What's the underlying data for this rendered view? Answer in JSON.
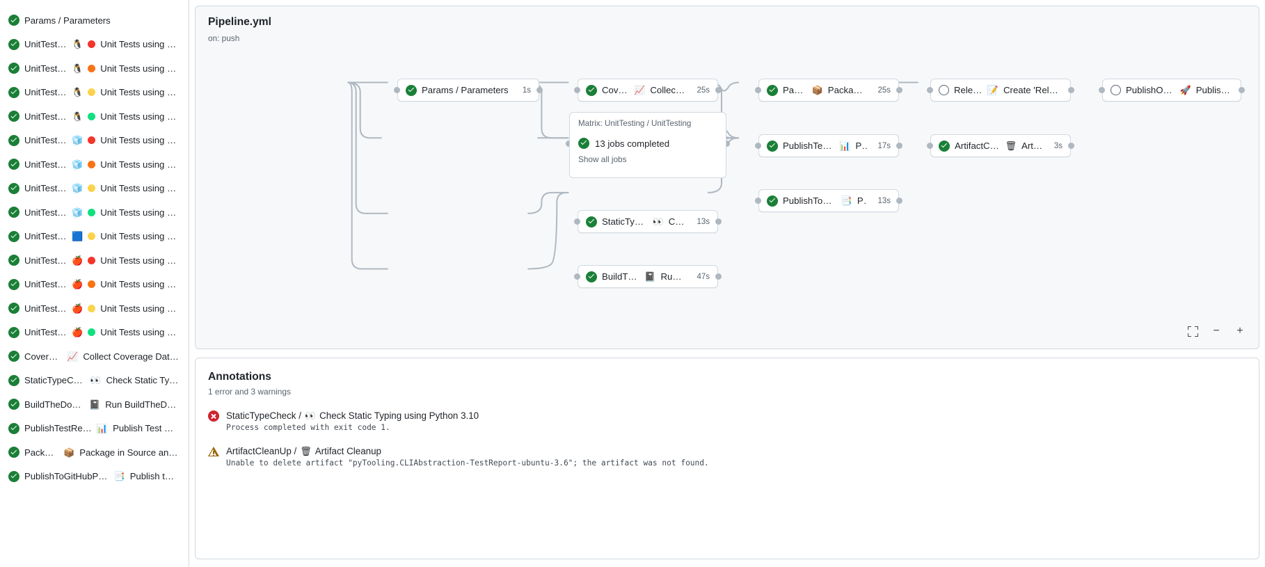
{
  "sidebar": {
    "items": [
      {
        "status": "success",
        "label": "Params / Parameters",
        "emoji": "",
        "dot": ""
      },
      {
        "status": "success",
        "label": "UnitTesting / ",
        "emoji": "🐧",
        "dot": "#f4352b",
        "label2": "Unit Tests using Pyth..."
      },
      {
        "status": "success",
        "label": "UnitTesting / ",
        "emoji": "🐧",
        "dot": "#f97316",
        "label2": "Unit Tests using Pyth..."
      },
      {
        "status": "success",
        "label": "UnitTesting / ",
        "emoji": "🐧",
        "dot": "#fcd34d",
        "label2": "Unit Tests using Pyth..."
      },
      {
        "status": "success",
        "label": "UnitTesting / ",
        "emoji": "🐧",
        "dot": "#10e07f",
        "label2": "Unit Tests using Pyth..."
      },
      {
        "status": "success",
        "label": "UnitTesting / ",
        "emoji": "🧊",
        "dot": "#f4352b",
        "label2": "Unit Tests using Pyth..."
      },
      {
        "status": "success",
        "label": "UnitTesting / ",
        "emoji": "🧊",
        "dot": "#f97316",
        "label2": "Unit Tests using Pyth..."
      },
      {
        "status": "success",
        "label": "UnitTesting / ",
        "emoji": "🧊",
        "dot": "#fcd34d",
        "label2": "Unit Tests using Pyth..."
      },
      {
        "status": "success",
        "label": "UnitTesting / ",
        "emoji": "🧊",
        "dot": "#10e07f",
        "label2": "Unit Tests using Pyth..."
      },
      {
        "status": "success",
        "label": "UnitTesting / ",
        "emoji": "🟦",
        "dot": "#fcd34d",
        "label2": "Unit Tests using Pyth..."
      },
      {
        "status": "success",
        "label": "UnitTesting / ",
        "emoji": "🍎",
        "dot": "#f4352b",
        "label2": "Unit Tests using Pyth..."
      },
      {
        "status": "success",
        "label": "UnitTesting / ",
        "emoji": "🍎",
        "dot": "#f97316",
        "label2": "Unit Tests using Pyth..."
      },
      {
        "status": "success",
        "label": "UnitTesting / ",
        "emoji": "🍎",
        "dot": "#fcd34d",
        "label2": "Unit Tests using Pyth..."
      },
      {
        "status": "success",
        "label": "UnitTesting / ",
        "emoji": "🍎",
        "dot": "#10e07f",
        "label2": "Unit Tests using Pyth..."
      },
      {
        "status": "success",
        "label": "Coverage / ",
        "emoji": "📈",
        "dot": "",
        "label2": "Collect Coverage Data usi..."
      },
      {
        "status": "success",
        "label": "StaticTypeCheck / ",
        "emoji": "👀",
        "dot": "",
        "label2": "Check Static Typing..."
      },
      {
        "status": "success",
        "label": "BuildTheDocs / ",
        "emoji": "📓",
        "dot": "",
        "label2": "Run BuildTheDocs"
      },
      {
        "status": "success",
        "label": "PublishTestResults / ",
        "emoji": "📊",
        "dot": "",
        "label2": "Publish Test Resu..."
      },
      {
        "status": "success",
        "label": "Package / ",
        "emoji": "📦",
        "dot": "",
        "label2": "Package in Source and Wh..."
      },
      {
        "status": "success",
        "label": "PublishToGitHubPages / ",
        "emoji": "📑",
        "dot": "",
        "label2": "Publish to G..."
      }
    ]
  },
  "graph": {
    "title": "Pipeline.yml",
    "subtitle": "on: push",
    "matrix": {
      "header": "Matrix: UnitTesting / UnitTesting",
      "jobs_label": "13 jobs completed",
      "show_all": "Show all jobs"
    },
    "nodes": [
      {
        "id": "params",
        "status": "success",
        "label": "Params / Parameters",
        "emoji": "",
        "duration": "1s"
      },
      {
        "id": "coverage",
        "status": "success",
        "label": "Coverage / ",
        "emoji": "📈",
        "label2": "Collect Cove...",
        "duration": "25s"
      },
      {
        "id": "stc",
        "status": "success",
        "label": "StaticTypeCheck / ",
        "emoji": "👀",
        "label2": "Chec...",
        "duration": "13s"
      },
      {
        "id": "docs",
        "status": "success",
        "label": "BuildTheDocs / ",
        "emoji": "📓",
        "label2": "Run Buil...",
        "duration": "47s"
      },
      {
        "id": "package",
        "status": "success",
        "label": "Package / ",
        "emoji": "📦",
        "label2": "Package in So...",
        "duration": "25s"
      },
      {
        "id": "ptr",
        "status": "success",
        "label": "PublishTestResults / ",
        "emoji": "📊",
        "label2": "Pu...",
        "duration": "17s"
      },
      {
        "id": "pghp",
        "status": "success",
        "label": "PublishToGitHubPages / ",
        "emoji": "📑",
        "label2": "Pu...",
        "duration": "13s"
      },
      {
        "id": "release",
        "status": "skipped",
        "label": "Release / ",
        "emoji": "📝",
        "label2": "Create 'Release P...",
        "duration": ""
      },
      {
        "id": "cleanup",
        "status": "success",
        "label": "ArtifactCleanUp / ",
        "emoji": "🗑",
        "label2": "Artifac...",
        "duration": "3s"
      },
      {
        "id": "pypi",
        "status": "skipped",
        "label": "PublishOnPyPI / ",
        "emoji": "🚀",
        "label2": "Publish to ...",
        "duration": ""
      }
    ],
    "zoom": {
      "fullscreen": "fullscreen-icon",
      "zoom_out": "−",
      "zoom_in": "+"
    }
  },
  "annotations": {
    "title": "Annotations",
    "summary": "1 error and 3 warnings",
    "items": [
      {
        "severity": "error",
        "job": "StaticTypeCheck / ",
        "emoji": "👀",
        "step": "Check Static Typing using Python 3.10",
        "message": "Process completed with exit code 1."
      },
      {
        "severity": "warning",
        "job": "ArtifactCleanUp / ",
        "emoji": "🗑",
        "step": "Artifact Cleanup",
        "message": "Unable to delete artifact \"pyTooling.CLIAbstraction-TestReport-ubuntu-3.6\"; the artifact was not found."
      }
    ]
  },
  "colors": {
    "success": "#1a7f37",
    "error": "#cf222e",
    "warning": "#9a6700",
    "border": "#d1d9e0",
    "canvas_bg": "#f6f8fa",
    "edge": "#afb8c1",
    "muted_text": "#59636e"
  }
}
